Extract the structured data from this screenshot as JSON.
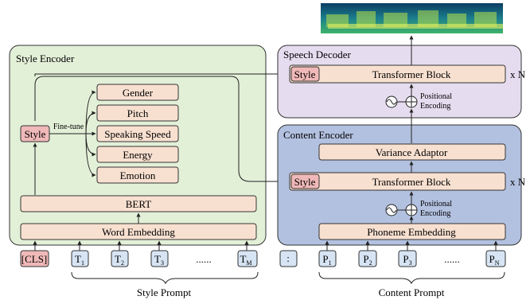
{
  "style_encoder": {
    "title": "Style Encoder",
    "style_label": "Style",
    "finetune_label": "Fine-tune",
    "attributes": [
      "Gender",
      "Pitch",
      "Speaking Speed",
      "Energy",
      "Emotion"
    ],
    "bert_label": "BERT",
    "word_embedding_label": "Word Embedding"
  },
  "speech_decoder": {
    "title": "Speech Decoder",
    "style_label": "Style",
    "transformer_label": "Transformer Block",
    "repeat_label": "x N",
    "positional_encoding_line1": "Positional",
    "positional_encoding_line2": "Encoding"
  },
  "content_encoder": {
    "title": "Content Encoder",
    "variance_adaptor_label": "Variance Adaptor",
    "style_label": "Style",
    "transformer_label": "Transformer Block",
    "repeat_label": "x N",
    "positional_encoding_line1": "Positional",
    "positional_encoding_line2": "Encoding",
    "phoneme_embedding_label": "Phoneme Embedding"
  },
  "style_prompt": {
    "label": "Style Prompt",
    "cls_token": "[CLS]",
    "tokens": [
      {
        "base": "T",
        "sub": "1"
      },
      {
        "base": "T",
        "sub": "2"
      },
      {
        "base": "T",
        "sub": "3"
      },
      {
        "base": "T",
        "sub": "M"
      }
    ],
    "ellipsis": "......"
  },
  "content_prompt": {
    "label": "Content Prompt",
    "sep_token": ":",
    "tokens": [
      {
        "base": "P",
        "sub": "1"
      },
      {
        "base": "P",
        "sub": "2"
      },
      {
        "base": "P",
        "sub": "3"
      },
      {
        "base": "P",
        "sub": "N"
      }
    ],
    "ellipsis": "......"
  },
  "colors": {
    "style_encoder_bg": "#e3f0d8",
    "speech_decoder_bg": "#e6dcef",
    "content_encoder_bg": "#b3c1e0",
    "block_fill": "#f8e0d0",
    "style_fill": "#f0b8b8",
    "token_fill": "#d6e4f3",
    "cls_fill": "#f0b8b8"
  },
  "spectrogram_icon": "mel-spectrogram-image"
}
